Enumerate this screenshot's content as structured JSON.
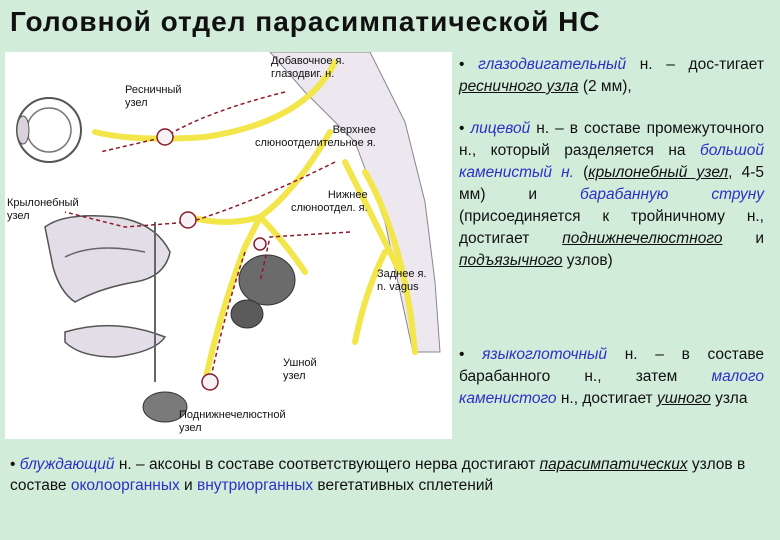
{
  "title": "Головной отдел парасимпатической НС",
  "figure": {
    "labels": {
      "ciliary": "Ресничный\nузел",
      "accessory": "Добавочное я.\nглазодвиг. н.",
      "superior_salivatory": "Верхнее\nслюноотделительное я.",
      "pterygopalatine": "Крылонебный\nузел",
      "inferior_salivatory": "Нижнее\nслюноотдел. я.",
      "posterior_vagus": "Заднее я.\nn. vagus",
      "otic": "Ушной\nузел",
      "submandibular": "Поднижнечелюстной\nузел"
    }
  },
  "text": {
    "p1": {
      "bullet": "• ",
      "nerve": "глазодвигательный",
      "n": " н. – дос-тигает ",
      "ganglion": "ресничного узла",
      "rest": " (2 мм),"
    },
    "p2": {
      "bullet": "• ",
      "nerve": "лицевой",
      "a": " н. – в составе промежуточного н., который разделяется на ",
      "petrosal": "большой каменистый н.",
      "b": " (",
      "ptery": "крылонебный узел",
      "c": ", 4-5 мм) и ",
      "chorda": "барабанную струну",
      "d": " (присоединяется к тройничному н., достигает ",
      "subm": "поднижнечелюстного",
      "e": " и ",
      "subl": "подъязычного",
      "f": " узлов)"
    },
    "p3": {
      "bullet": "• ",
      "nerve": "языкоглоточный",
      "a": " н. – в составе барабанного н., затем ",
      "lesser": "малого каменистого",
      "b": " н., достигает ",
      "otic": "ушного",
      "c": " узла"
    },
    "p4": {
      "bullet": "• ",
      "nerve": "блуждающий",
      "a": " н. – аксоны в составе соответствующего нерва достигают ",
      "para": "парасимпатических",
      "b": " узлов в составе ",
      "peri": "околоорганных",
      "c": " и ",
      "intra": "внутриорганных",
      "d": " вегетативных сплетений"
    }
  },
  "colors": {
    "background": "#d2ecda",
    "nerve_yellow": "#f2e64a",
    "accent_blue": "#2a30c8",
    "dashed_red": "#8c1a2a"
  }
}
